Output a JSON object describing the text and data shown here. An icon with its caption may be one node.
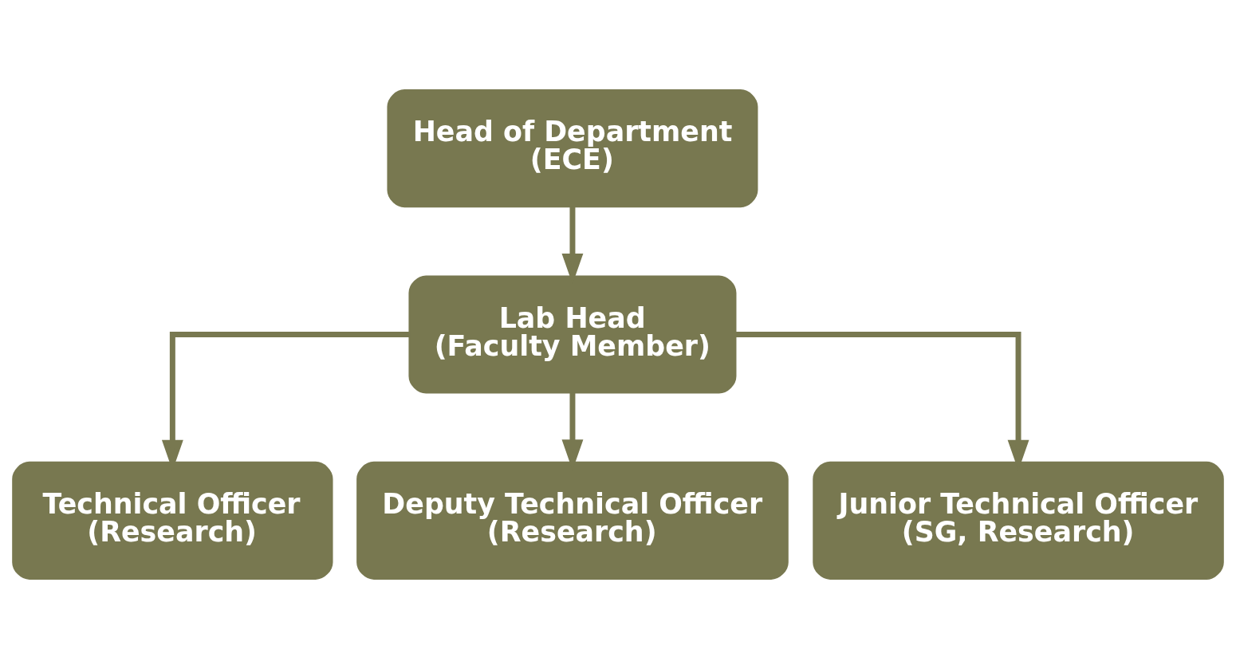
{
  "diagram": {
    "nodes": [
      {
        "text": [
          "Head of Department (ECE)"
        ]
      },
      {
        "text": [
          "Lab Head (Faculty Member)"
        ]
      },
      {
        "text": [
          "Technical Officer (Research)"
        ]
      },
      {
        "text": [
          "Deputy Technical Officer (Research)"
        ]
      },
      {
        "text": [
          "Junior Technical Officer (SG, Research)"
        ]
      }
    ],
    "edges": [
      {
        "from": 0,
        "to": 1,
        "arrow": "to"
      },
      {
        "from": 1,
        "to": 2,
        "arrow": "to"
      },
      {
        "from": 1,
        "to": 3,
        "arrow": "to"
      },
      {
        "from": 1,
        "to": 4,
        "arrow": "to"
      }
    ]
  }
}
